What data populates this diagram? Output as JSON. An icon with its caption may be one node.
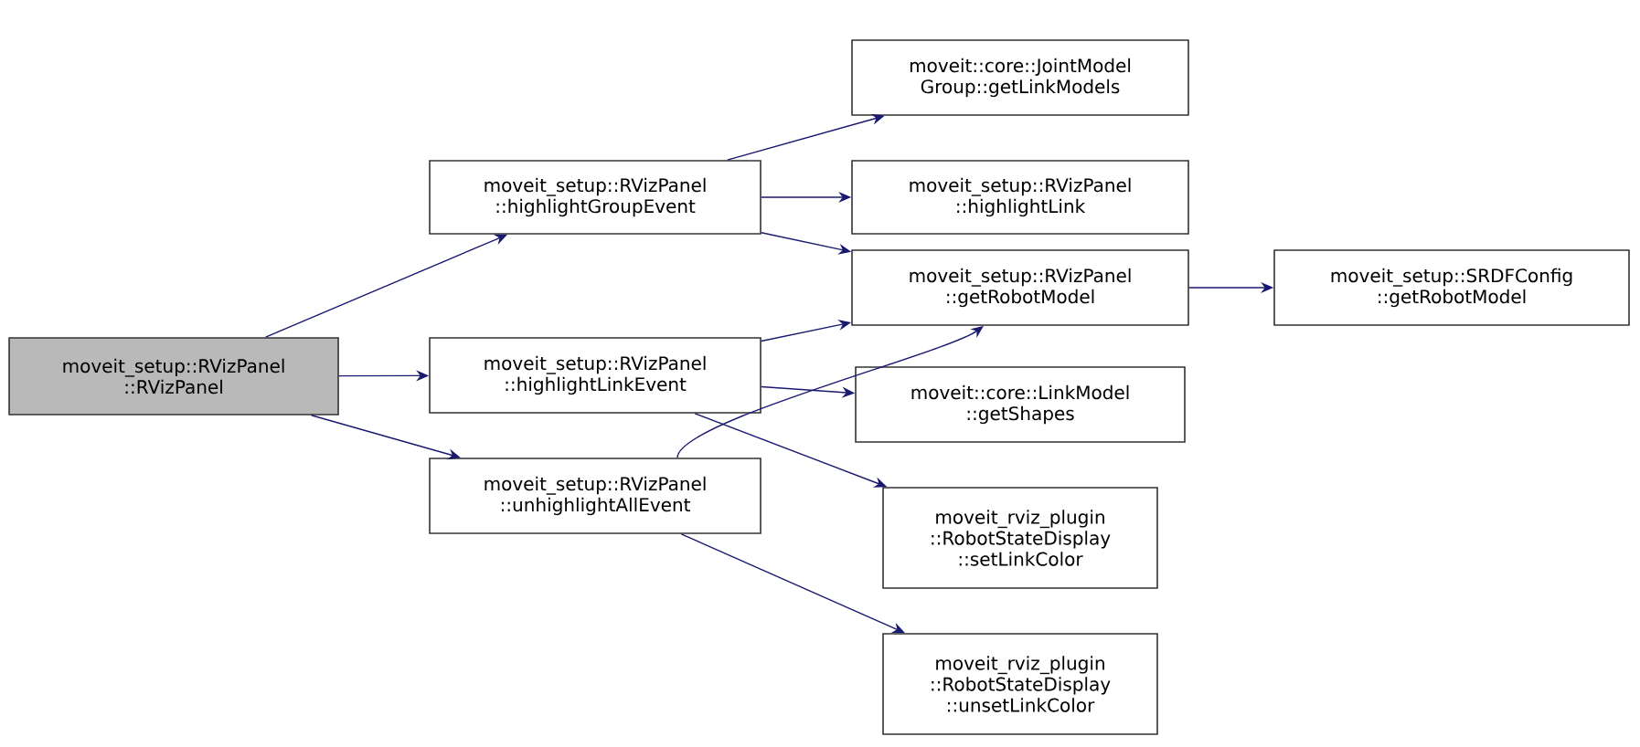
{
  "diagram": {
    "nodes": [
      {
        "text": [
          "moveit_setup::RVizPanel ::RVizPanel"
        ]
      },
      {
        "text": [
          "moveit_setup::RVizPanel ::highlightGroupEvent"
        ]
      },
      {
        "text": [
          "moveit_setup::RVizPanel ::highlightLinkEvent"
        ]
      },
      {
        "text": [
          "moveit_setup::RVizPanel ::unhighlightAllEvent"
        ]
      },
      {
        "text": [
          "moveit::core::JointModel Group::getLinkModels"
        ]
      },
      {
        "text": [
          "moveit_setup::RVizPanel ::highlightLink"
        ]
      },
      {
        "text": [
          "moveit_setup::RVizPanel ::getRobotModel"
        ]
      },
      {
        "text": [
          "moveit::core::LinkModel ::getShapes"
        ]
      },
      {
        "text": [
          "moveit_rviz_plugin ::RobotStateDisplay ::setLinkColor"
        ]
      },
      {
        "text": [
          "moveit_rviz_plugin ::RobotStateDisplay ::unsetLinkColor"
        ]
      },
      {
        "text": [
          "moveit_setup::SRDFConfig ::getRobotModel"
        ]
      }
    ],
    "edges": [
      {
        "from": 0,
        "to": 1,
        "arrow": "to"
      },
      {
        "from": 0,
        "to": 2,
        "arrow": "to"
      },
      {
        "from": 0,
        "to": 3,
        "arrow": "to"
      },
      {
        "from": 1,
        "to": 4,
        "arrow": "to"
      },
      {
        "from": 1,
        "to": 5,
        "arrow": "to"
      },
      {
        "from": 1,
        "to": 6,
        "arrow": "to"
      },
      {
        "from": 2,
        "to": 6,
        "arrow": "to"
      },
      {
        "from": 2,
        "to": 7,
        "arrow": "to"
      },
      {
        "from": 2,
        "to": 8,
        "arrow": "to"
      },
      {
        "from": 3,
        "to": 6,
        "arrow": "to"
      },
      {
        "from": 3,
        "to": 9,
        "arrow": "to"
      },
      {
        "from": 6,
        "to": 10,
        "arrow": "to"
      }
    ]
  }
}
